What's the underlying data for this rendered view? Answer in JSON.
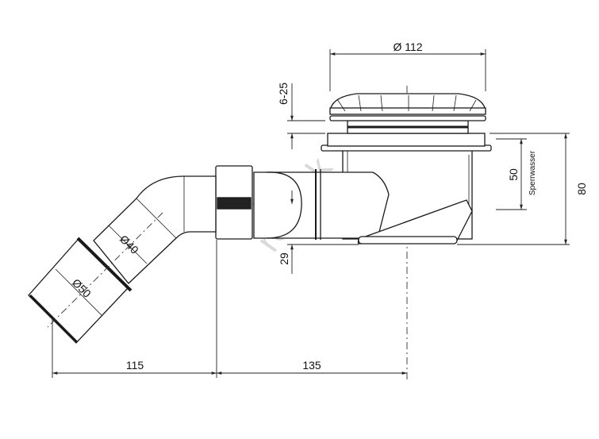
{
  "drawing": {
    "title": "Shower drain dimensional drawing",
    "dimensions": {
      "cap_diameter": "Ø 112",
      "height_adjust": "6-25",
      "outlet_height": "29",
      "water_seal_value": "50",
      "water_seal_label": "Sperrwasser",
      "total_height": "80",
      "pipe_inner": "Ø40",
      "pipe_outer": "Ø50",
      "horizontal_left": "115",
      "horizontal_right": "135"
    },
    "watermark": "rent.sk"
  }
}
